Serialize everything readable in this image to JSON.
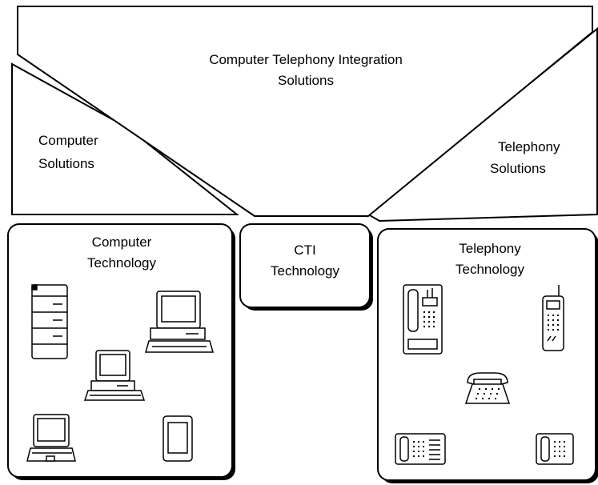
{
  "diagram": {
    "top_label": [
      "Computer Telephony Integration",
      "Solutions"
    ],
    "left_label": [
      "Computer",
      "Solutions"
    ],
    "right_label": [
      "Telephony",
      "Solutions"
    ],
    "boxes": {
      "computer_technology": [
        "Computer",
        "Technology"
      ],
      "cti_technology": [
        "CTI",
        "Technology"
      ],
      "telephony_technology": [
        "Telephony",
        "Technology"
      ]
    },
    "icons": {
      "computer": [
        "tower-server-icon",
        "desktop-computer-icon",
        "small-desktop-computer-icon",
        "laptop-icon",
        "pda-icon"
      ],
      "telephony": [
        "payphone-icon",
        "cellphone-icon",
        "rotary-phone-icon",
        "office-phone-icon",
        "desk-phone-icon"
      ]
    }
  }
}
